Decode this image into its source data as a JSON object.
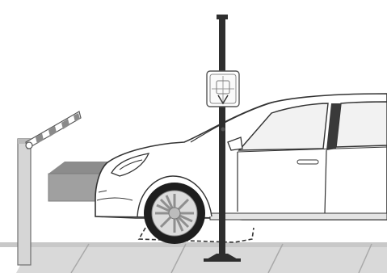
{
  "scene": {
    "elements": [
      "ground",
      "barrier-gate",
      "ticket-kiosk",
      "car",
      "reader-pole",
      "rfid-reader",
      "ground-loop"
    ]
  },
  "colors": {
    "ground": "#d9d9d9",
    "ground_edge": "#bdbdbd",
    "pole": "#2e2e2e",
    "outline": "#333333",
    "car_body": "#ffffff",
    "car_window": "#f2f2f2",
    "kiosk": "#9e9e9e",
    "barrier_stripe": "#ffffff",
    "wheel": "#1e1e1e",
    "rim": "#dcdcdc",
    "loop": "#333333"
  },
  "icons": {
    "reader": "rfid-reader-icon",
    "barrier": "barrier-arm-icon"
  }
}
